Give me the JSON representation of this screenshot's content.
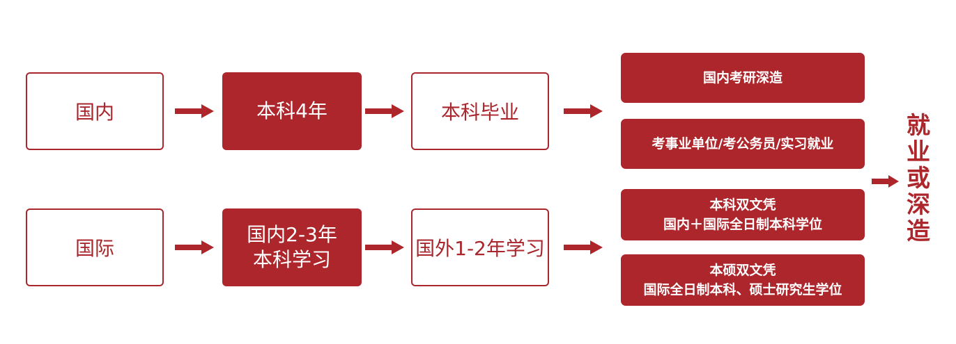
{
  "rows": {
    "domestic": {
      "start": "国内",
      "study": "本科4年",
      "result": "本科毕业"
    },
    "international": {
      "start": "国际",
      "study_line1": "国内2-3年",
      "study_line2": "本科学习",
      "result": "国外1-2年学习"
    }
  },
  "outcomes": [
    {
      "line1": "国内考研深造"
    },
    {
      "line1": "考事业单位/考公务员/实习就业"
    },
    {
      "line1": "本科双文凭",
      "line2": "国内＋国际全日制本科学位"
    },
    {
      "line1": "本硕双文凭",
      "line2": "国际全日制本科、硕士研究生学位"
    }
  ],
  "final_label": [
    "就",
    "业",
    "或",
    "深",
    "造"
  ],
  "colors": {
    "accent": "#ad262c",
    "background": "#ffffff"
  }
}
